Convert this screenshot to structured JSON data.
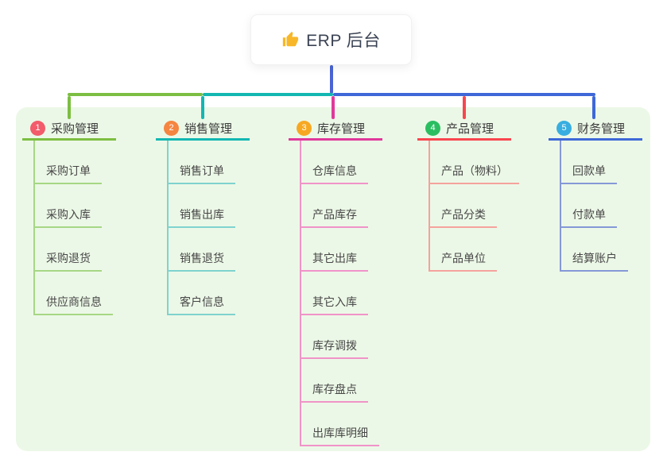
{
  "page": {
    "background": "#ffffff"
  },
  "root": {
    "icon": "thumbs-up-icon",
    "title": "ERP 后台"
  },
  "panel": {
    "background": "#ECF8E7"
  },
  "connectors": {
    "stem_color": "#4A64D4"
  },
  "text_colors": {
    "root_title": "#3B4354",
    "branch_title": "#3A3A3A",
    "item": "#474747"
  },
  "branches": [
    {
      "num": "1",
      "title": "采购管理",
      "badge_color": "#F25C6B",
      "line_color": "#7CBE42",
      "sub_line_color": "#A6D785",
      "items": [
        "采购订单",
        "采购入库",
        "采购退货",
        "供应商信息"
      ]
    },
    {
      "num": "2",
      "title": "销售管理",
      "badge_color": "#F58540",
      "line_color": "#13B7B2",
      "sub_line_color": "#7FD3CE",
      "items": [
        "销售订单",
        "销售出库",
        "销售退货",
        "客户信息"
      ]
    },
    {
      "num": "3",
      "title": "库存管理",
      "badge_color": "#F7A823",
      "line_color": "#E0399B",
      "sub_line_color": "#F093C8",
      "items": [
        "仓库信息",
        "产品库存",
        "其它出库",
        "其它入库",
        "库存调拨",
        "库存盘点",
        "出库库明细"
      ]
    },
    {
      "num": "4",
      "title": "产品管理",
      "badge_color": "#2ABE61",
      "line_color": "#F8464F",
      "sub_line_color": "#F5A29C",
      "items": [
        "产品（物料）",
        "产品分类",
        "产品单位"
      ]
    },
    {
      "num": "5",
      "title": "财务管理",
      "badge_color": "#38AEE0",
      "line_color": "#3E68D8",
      "sub_line_color": "#8598D8",
      "items": [
        "回款单",
        "付款单",
        "结算账户"
      ]
    }
  ]
}
